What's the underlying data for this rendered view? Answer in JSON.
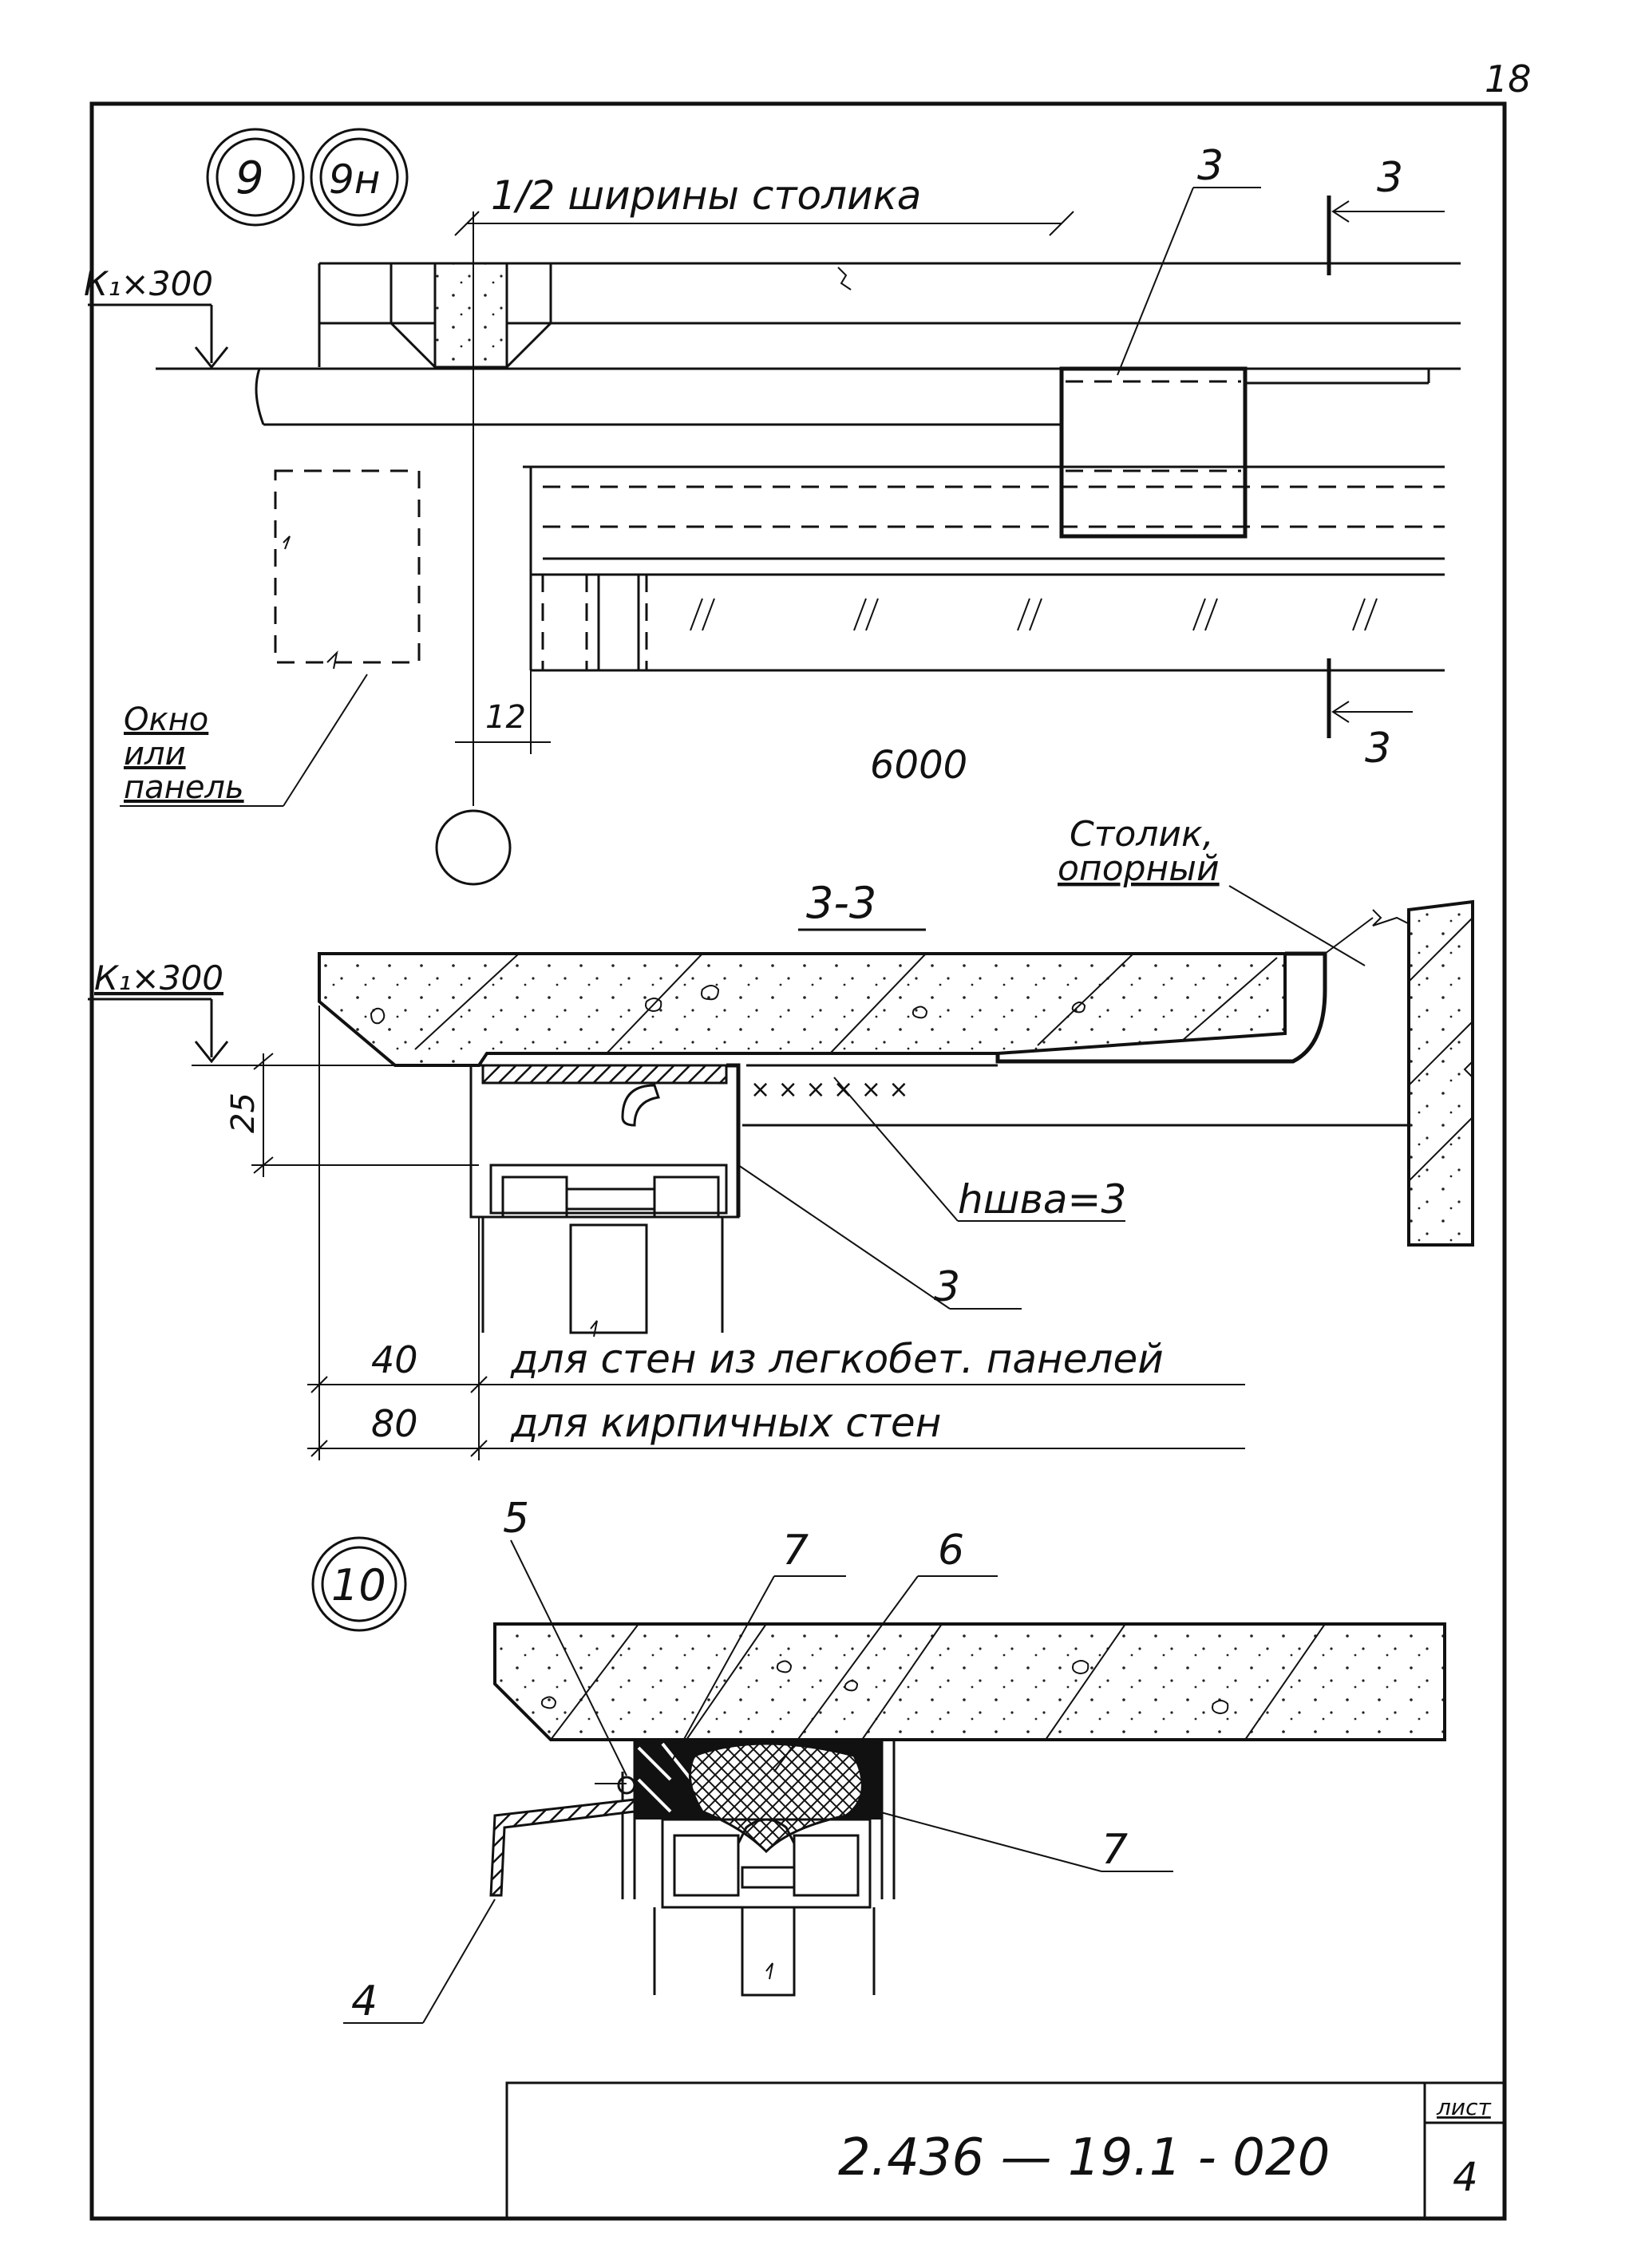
{
  "sheet": {
    "page_number": "18",
    "document_code": "2.436 — 19.1 - 020",
    "sheet_label": "лист",
    "sheet_number": "4"
  },
  "node_9": {
    "marker_a": "9",
    "marker_b": "9н",
    "dim_half_width": "1/2 ширины столика",
    "level_mark": "К₁×300",
    "dim_12": "12",
    "dim_6000": "6000",
    "window_label_lines": [
      "Окно",
      "или",
      "панель"
    ],
    "callout_3": "3",
    "section_mark_top": "3",
    "section_mark_bottom": "3"
  },
  "section_3_3": {
    "title": "3-3",
    "level_mark": "К₁×300",
    "dim_25": "25",
    "table_label_lines": [
      "Столик,",
      "опорный"
    ],
    "weld_label": "hшва=3",
    "callout_3": "3",
    "dim_40": "40",
    "note_40": "для стен из легкобет. панелей",
    "dim_80": "80",
    "note_80": "для кирпичных стен"
  },
  "node_10": {
    "marker": "10",
    "callout_5": "5",
    "callout_7_top": "7",
    "callout_6": "6",
    "callout_7_right": "7",
    "callout_4": "4"
  }
}
